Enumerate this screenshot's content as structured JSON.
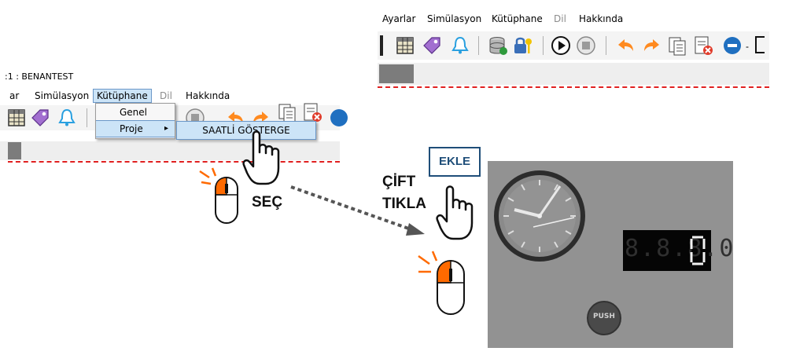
{
  "left_window": {
    "title": ":1 : BENANTEST",
    "menu": [
      {
        "label": "ar",
        "enabled": true
      },
      {
        "label": "Simülasyon",
        "enabled": true
      },
      {
        "label": "Kütüphane",
        "enabled": true,
        "open": true
      },
      {
        "label": "Dil",
        "enabled": false
      },
      {
        "label": "Hakkında",
        "enabled": true
      }
    ],
    "dropdown": {
      "items": [
        "Genel",
        "Proje"
      ],
      "submenu_arrow": "▸",
      "submenu_item": "SAATLİ GÖSTERGE"
    }
  },
  "right_window": {
    "menu": [
      {
        "label": "Ayarlar",
        "enabled": true
      },
      {
        "label": "Simülasyon",
        "enabled": true
      },
      {
        "label": "Kütüphane",
        "enabled": true
      },
      {
        "label": "Dil",
        "enabled": false
      },
      {
        "label": "Hakkında",
        "enabled": true
      }
    ],
    "toolbar_icons": [
      "table-icon",
      "tag-icon",
      "bell-icon",
      "database-icon",
      "lock-key-icon",
      "play-icon",
      "stop-icon",
      "undo-icon",
      "redo-icon",
      "copy-icon",
      "delete-icon",
      "globe-icon"
    ]
  },
  "instructions": {
    "select_label": "SEÇ",
    "double_click_label_1": "ÇİFT",
    "double_click_label_2": "TIKLA",
    "add_button": "EKLE"
  },
  "component_preview": {
    "display_digits": "8.8.8.0",
    "push_button": "PUSH"
  },
  "colors": {
    "red_dash": "#e02020",
    "ekle_border": "#1f4e79",
    "panel_bg": "#929292",
    "menu_highlight": "#cce4f7",
    "mouse_button": "#ff6a00"
  }
}
